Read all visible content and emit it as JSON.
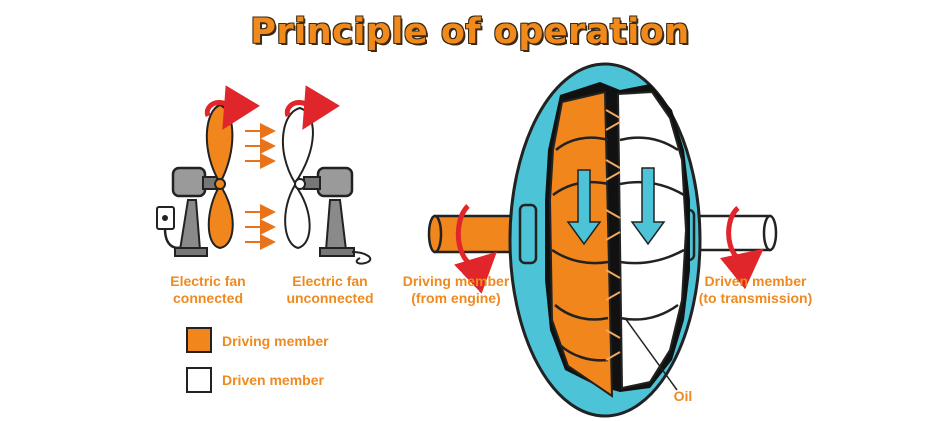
{
  "title": "Principle of operation",
  "fans": {
    "connected_label": "Electric fan\nconnected",
    "unconnected_label": "Electric fan\nunconnected"
  },
  "coupling": {
    "driving_label": "Driving member\n(from engine)",
    "driven_label": "Driven member\n(to transmission)",
    "oil_label": "Oil"
  },
  "legend": {
    "driving": "Driving member",
    "driven": "Driven member"
  },
  "colors": {
    "orange": "#f0861c",
    "cyan": "#4cc3d6",
    "red": "#e0262a",
    "dark": "#222222",
    "white": "#ffffff"
  }
}
